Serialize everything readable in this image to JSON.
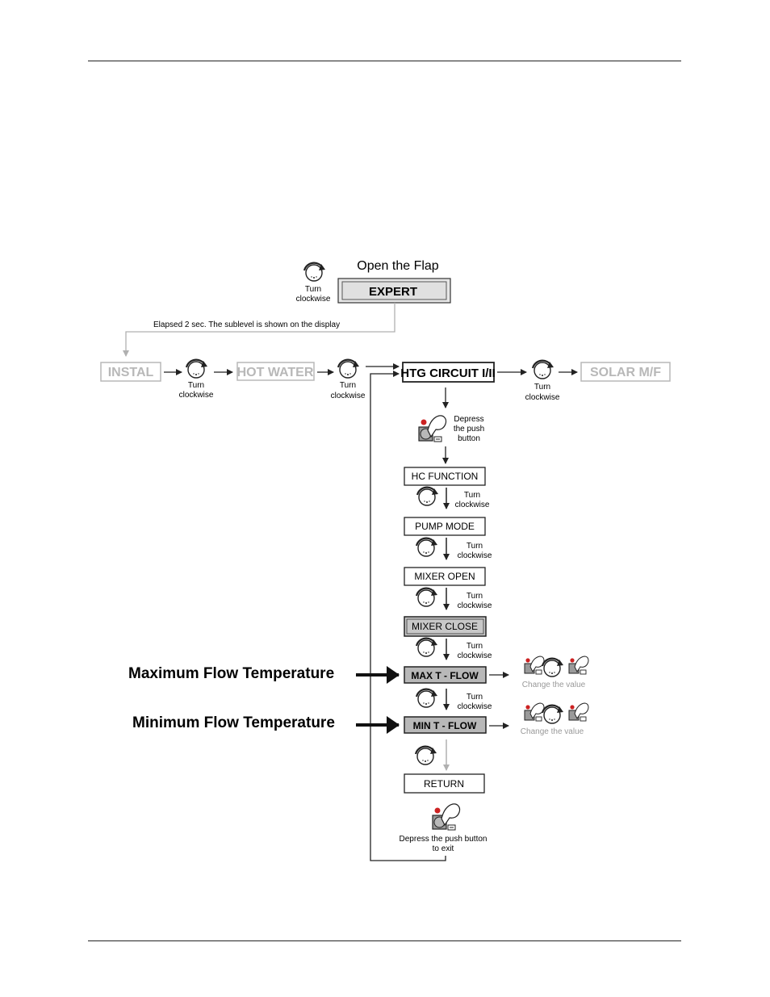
{
  "flap_title": "Open the Flap",
  "expert_label": "EXPERT",
  "turn_clockwise": "Turn clockwise",
  "turn": "Turn",
  "clockwise": "clockwise",
  "elapsed_note": "Elapsed 2 sec. The sublevel is shown on the display",
  "menu": {
    "instal": "INSTAL",
    "hot_water": "HOT WATER",
    "htg_circuit": "HTG CIRCUIT I/II",
    "solar": "SOLAR M/F"
  },
  "depress_lines": [
    "Depress",
    "the push",
    "button"
  ],
  "items": {
    "hc_function": "HC FUNCTION",
    "pump_mode": "PUMP MODE",
    "mixer_open": "MIXER OPEN",
    "mixer_close": "MIXER CLOSE",
    "max_t_flow": "MAX T - FLOW",
    "min_t_flow": "MIN T - FLOW",
    "return": "RETURN"
  },
  "change_value": "Change the value",
  "callouts": {
    "max": "Maximum Flow Temperature",
    "min": "Minimum Flow Temperature"
  },
  "exit_lines": [
    "Depress the push button",
    "to exit"
  ],
  "colors": {
    "line": "#222222",
    "faded": "#b8b8b8",
    "highlight_fill": "#c8c8c8",
    "button_fill": "#9a9a9a",
    "led": "#cc2222"
  }
}
